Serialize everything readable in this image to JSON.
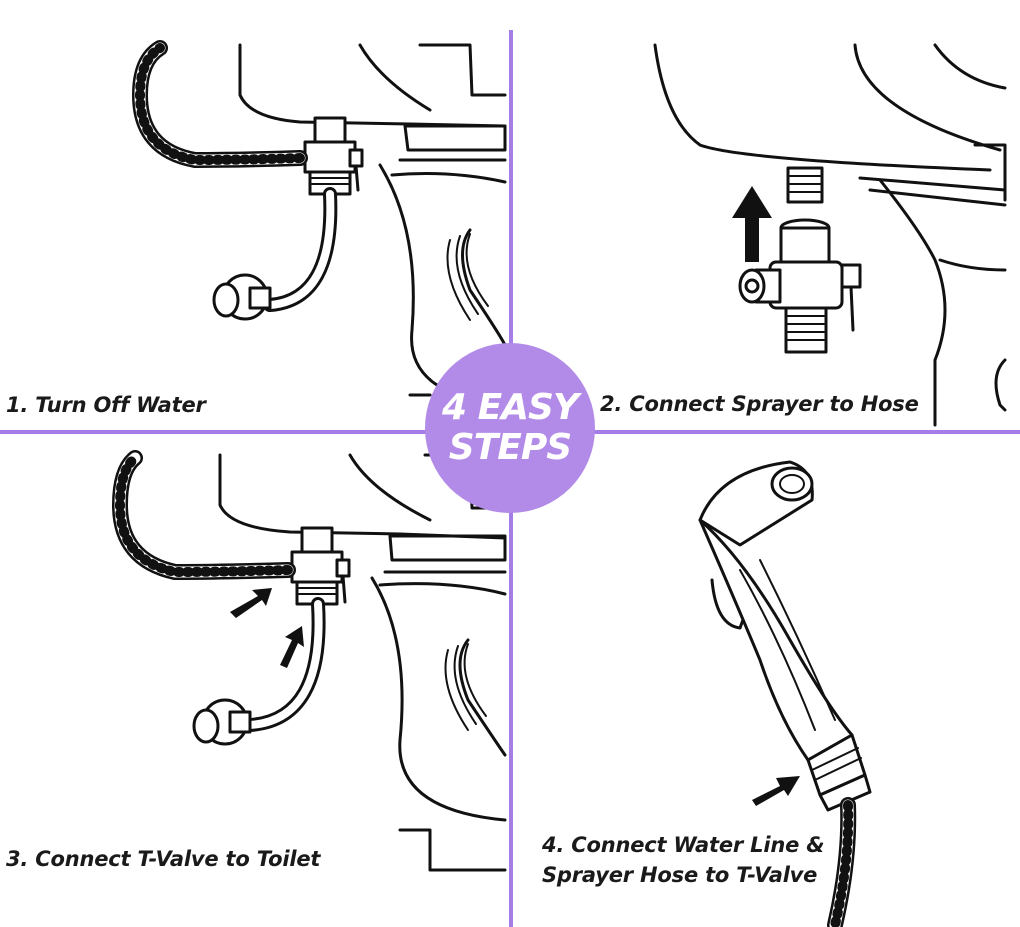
{
  "steps": [
    {
      "label": "1. Turn Off Water"
    },
    {
      "label": "2. Connect Sprayer to Hose"
    },
    {
      "label": "3. Connect T-Valve to Toilet"
    },
    {
      "label_line1": "4. Connect Water Line &",
      "label_line2": "Sprayer Hose to T-Valve"
    }
  ],
  "badge": {
    "line1": "4 EASY",
    "line2": "STEPS"
  },
  "colors": {
    "accent": "#b28ae8",
    "divider": "#a47ee6",
    "ink": "#111111"
  },
  "icons": [
    "toilet-tank-icon",
    "t-valve-icon",
    "water-hose-icon",
    "shutoff-valve-icon",
    "arrow-icon",
    "bidet-sprayer-icon"
  ]
}
